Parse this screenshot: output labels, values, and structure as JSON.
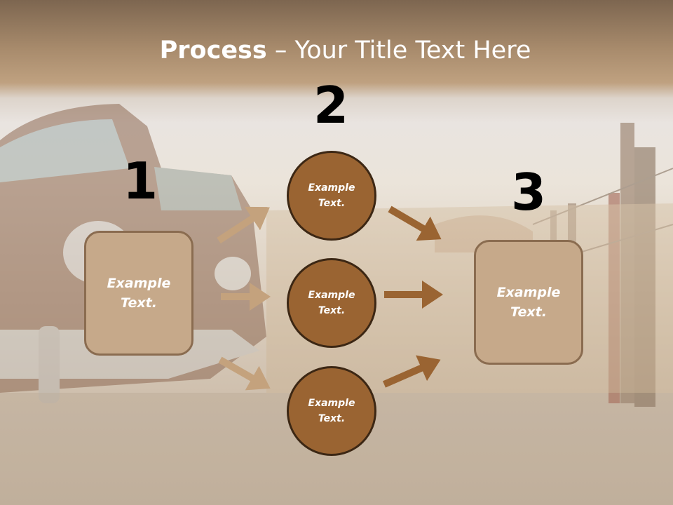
{
  "slide": {
    "title_bold": "Process",
    "title_rest": " – Your Title Text Here"
  },
  "steps": {
    "one": {
      "number": "1",
      "text": "Example Text."
    },
    "two": {
      "number": "2",
      "circles": [
        "Example Text.",
        "Example Text.",
        "Example Text."
      ]
    },
    "three": {
      "number": "3",
      "text": "Example Text."
    }
  },
  "colors": {
    "box_fill": "#c6a98a",
    "circle_fill": "#9a6432",
    "arrow_light": "#c4a27d",
    "arrow_dark": "#9a6432"
  }
}
